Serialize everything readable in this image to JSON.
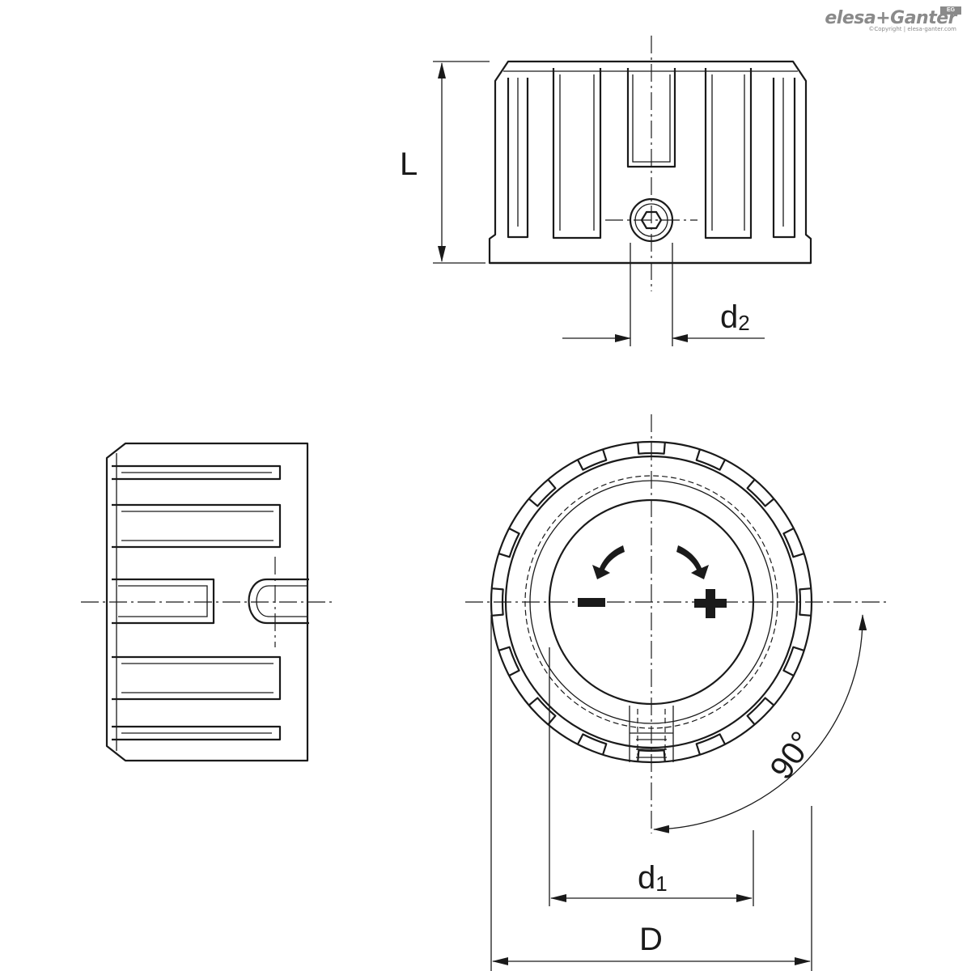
{
  "brand": {
    "logo_text": "elesa+Ganter",
    "logo_badge": "EG",
    "copyright": "©Copyright | elesa-ganter.com"
  },
  "dimensions": {
    "L": "L",
    "d2_main": "d",
    "d2_sub": "2",
    "d1_main": "d",
    "d1_sub": "1",
    "D": "D",
    "angle": "90°"
  },
  "symbols": {
    "minus": "−",
    "plus": "+"
  }
}
